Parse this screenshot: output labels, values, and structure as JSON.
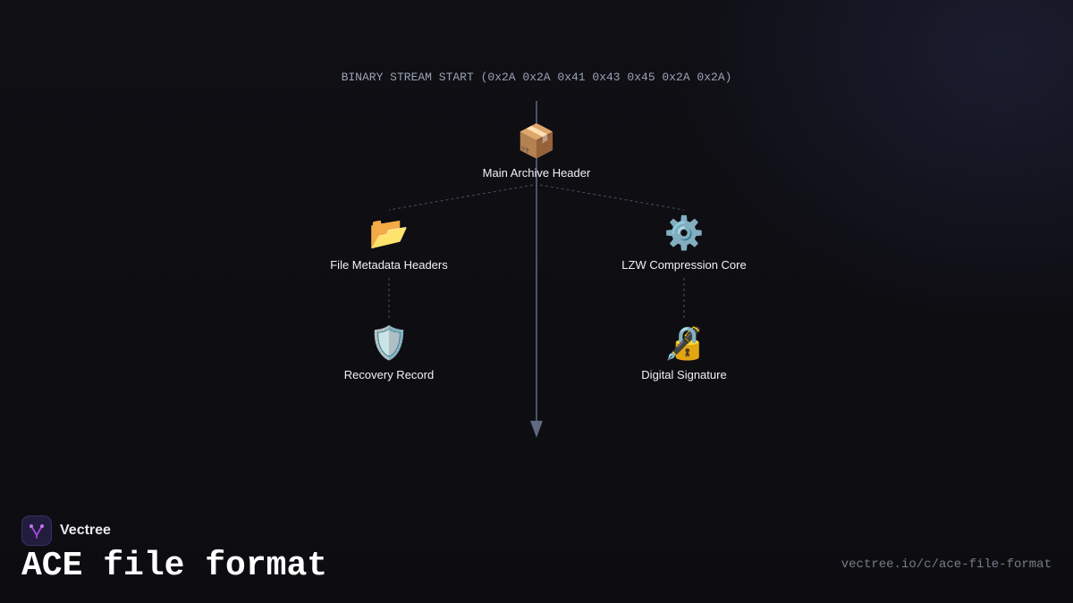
{
  "diagram": {
    "stream_label": "BINARY STREAM START (0x2A 0x2A 0x41 0x43 0x45 0x2A 0x2A)",
    "nodes": [
      {
        "id": "main",
        "icon": "📦",
        "icon_name": "package-icon",
        "label": "Main Archive Header"
      },
      {
        "id": "meta",
        "icon": "📂",
        "icon_name": "open-folder-icon",
        "label": "File Metadata Headers"
      },
      {
        "id": "lzw",
        "icon": "⚙️",
        "icon_name": "gear-icon",
        "label": "LZW Compression Core"
      },
      {
        "id": "recovery",
        "icon": "🛡️",
        "icon_name": "shield-icon",
        "label": "Recovery Record"
      },
      {
        "id": "signature",
        "icon": "🔏",
        "icon_name": "lock-with-pen-icon",
        "label": "Digital Signature"
      }
    ],
    "edges": [
      {
        "from": "main",
        "to": "meta"
      },
      {
        "from": "main",
        "to": "lzw"
      },
      {
        "from": "meta",
        "to": "recovery"
      },
      {
        "from": "lzw",
        "to": "signature"
      }
    ]
  },
  "footer": {
    "brand_name": "Vectree",
    "title": "ACE file format",
    "url": "vectree.io/c/ace-file-format"
  },
  "colors": {
    "background": "#0e0e12",
    "spine": "#5d6a80",
    "edge": "#4a4f5c",
    "brand_accent": "#a24bd6"
  }
}
